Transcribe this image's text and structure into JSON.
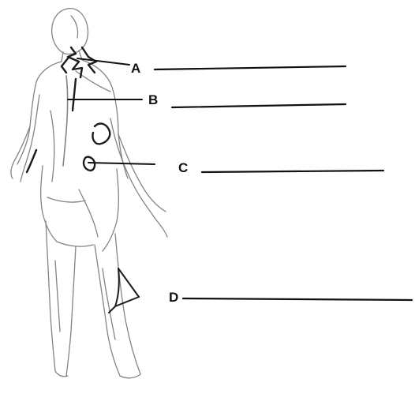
{
  "labels": [
    {
      "id": "A",
      "text": "A"
    },
    {
      "id": "B",
      "text": "B"
    },
    {
      "id": "C",
      "text": "C"
    },
    {
      "id": "D",
      "text": "D"
    }
  ],
  "colors": {
    "ink": "#111111",
    "sketch": "#3a3a3a",
    "background": "#ffffff"
  }
}
